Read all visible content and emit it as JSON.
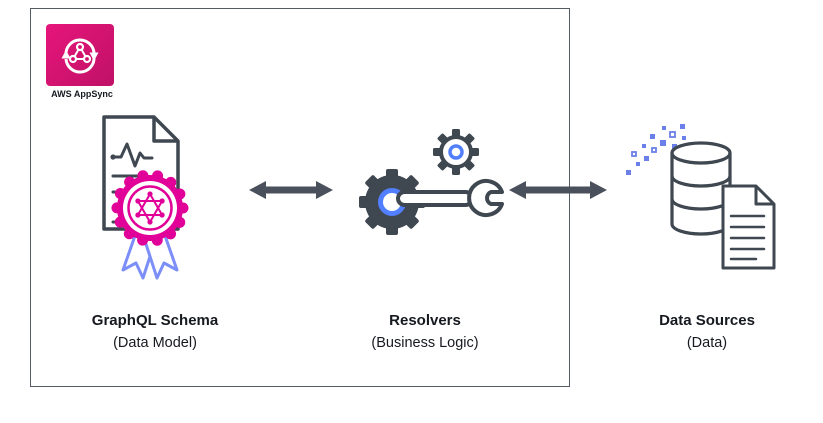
{
  "header": {
    "icon_label": "AWS AppSync"
  },
  "nodes": {
    "schema": {
      "title": "GraphQL Schema",
      "subtitle": "(Data Model)"
    },
    "resolvers": {
      "title": "Resolvers",
      "subtitle": "(Business Logic)"
    },
    "data_sources": {
      "title": "Data Sources",
      "subtitle": "(Data)"
    }
  },
  "icons": {
    "appsync": "sync-arrows-share-icon",
    "schema": "document-waveform-icon",
    "badge": "graphql-seal-ribbon-icon",
    "resolvers": "gears-wrench-icon",
    "arrows": "double-headed-arrow-icon",
    "database": "database-cylinder-icon",
    "particles": "data-particles-icon",
    "document": "document-lines-icon"
  },
  "colors": {
    "appsync_pink": "#E7157B",
    "graphql_pink": "#E10098",
    "ribbon_blue": "#7C8EF8",
    "accent_blue": "#527FFF",
    "particle_blue": "#6B7FE8",
    "outline_dark": "#3F4751",
    "arrow_gray": "#4A515C",
    "frame_border": "#545B64",
    "text": "#16191F"
  }
}
